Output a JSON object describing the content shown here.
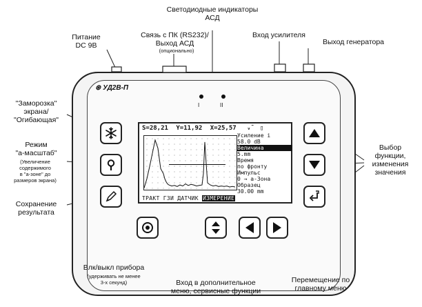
{
  "labels": {
    "led_indicators": "Светодиодные индикаторы\nАСД",
    "power": "Питание\nDC 9В",
    "pc_link": "Связь с ПК (RS232)/\nВыход АСД",
    "pc_link_optional": "(опционально)",
    "amp_input": "Вход усилителя",
    "gen_output": "Выход генератора",
    "freeze": "\"Заморозка\"\nэкрана/\n\"Огибающая\"",
    "a_scale_mode": "Режим\n\"а-масштаб\"",
    "a_scale_note": "(Увеличение\nсодержимого\nв \"а-зоне\" до\nразмеров экрана)",
    "save_result": "Сохранение\nрезультата",
    "value_select": "Выбор\nфункции,\nизменения\nзначения",
    "power_toggle": "Влк/выкл прибора",
    "power_toggle_note": "(удерживать не менее\n3-х секунд)",
    "extra_menu": "Вход в дополнительное\nменю, сервисные функции",
    "main_menu_nav": "Перемещение по\nглавному меню"
  },
  "device": {
    "brand": "УД2В-П",
    "led_1": "I",
    "led_2": "II"
  },
  "screen": {
    "s_label": "S=",
    "s_value": "28,21",
    "y_label": "Y=",
    "y_value": "11,92",
    "x_label": "X=",
    "x_value": "25,57",
    "menu": [
      {
        "text": "Усиление  i",
        "highlight": false
      },
      {
        "text": "    58.0 dB",
        "highlight": false
      },
      {
        "text": "Величина",
        "highlight": true
      },
      {
        "text": "      5.mm",
        "highlight": false
      },
      {
        "text": "Время",
        "highlight": false
      },
      {
        "text": "по фронту",
        "highlight": false
      },
      {
        "text": "Импульс",
        "highlight": false
      },
      {
        "text": "0 → а-Зона",
        "highlight": false
      },
      {
        "text": "Образец",
        "highlight": false
      },
      {
        "text": "   30.00 mm",
        "highlight": false
      }
    ],
    "bottom_menu": [
      "ТРАКТ",
      "ГЗИ",
      "ДАТЧИК",
      "ИЗМЕРЕНИЕ"
    ]
  },
  "chart_data": {
    "type": "line",
    "x": [
      0,
      4,
      8,
      12,
      16,
      20,
      24,
      28,
      30,
      32,
      34,
      36,
      40,
      44,
      48,
      52,
      56,
      60,
      64,
      68,
      72,
      76,
      80,
      84,
      86,
      88,
      90,
      92,
      96,
      100,
      104,
      108,
      112,
      116,
      120,
      124,
      128,
      132
    ],
    "y": [
      2,
      20,
      44,
      70,
      96,
      80,
      40,
      30,
      20,
      14,
      10,
      8,
      6,
      7,
      5,
      8,
      6,
      10,
      7,
      9,
      8,
      6,
      7,
      8,
      30,
      92,
      50,
      12,
      8,
      6,
      7,
      5,
      6,
      5,
      6,
      4,
      5,
      4
    ],
    "ylim": [
      0,
      100
    ],
    "xlim": [
      0,
      134
    ],
    "gate_y": 48
  },
  "colors": {
    "ink": "#111111",
    "panel": "#f4f4f4"
  }
}
